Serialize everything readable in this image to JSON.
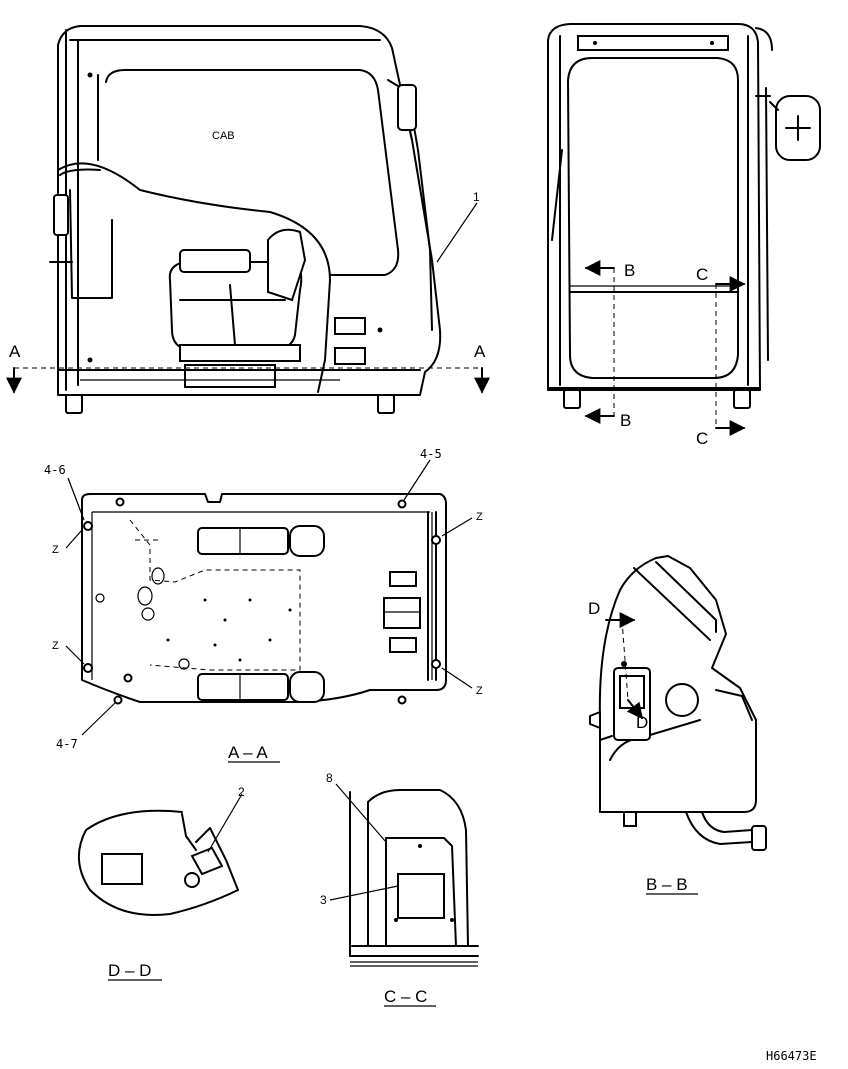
{
  "labels": {
    "cab": "CAB",
    "callout_1": "1",
    "callout_2": "2",
    "callout_3": "3",
    "callout_8": "8",
    "callout_4_5": "4-5",
    "callout_4_6": "4-6",
    "callout_4_7": "4-7",
    "z": "Z",
    "section_a": "A",
    "section_b": "B",
    "section_c": "C",
    "section_d": "D"
  },
  "section_titles": {
    "aa": "A – A",
    "bb": "B – B",
    "cc": "C – C",
    "dd": "D – D"
  },
  "drawing_number": "H66473E"
}
